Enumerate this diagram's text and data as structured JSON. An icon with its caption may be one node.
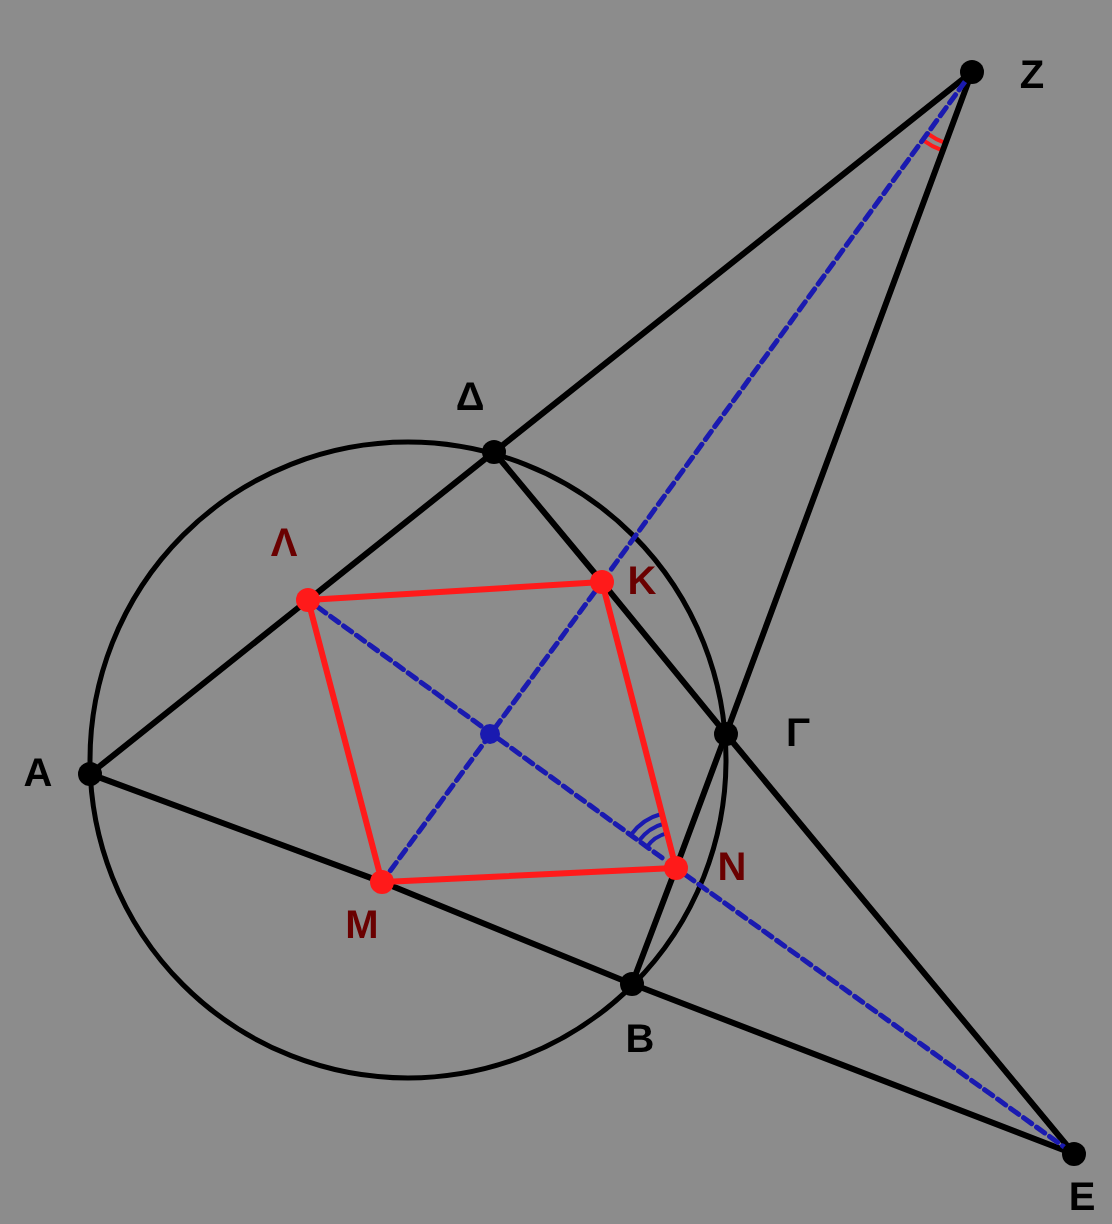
{
  "diagram": {
    "nodes": [
      {
        "text": [
          "Z"
        ]
      },
      {
        "text": [
          "Δ"
        ]
      },
      {
        "text": [
          "Λ"
        ]
      },
      {
        "text": [
          "K"
        ]
      },
      {
        "text": [
          "A"
        ]
      },
      {
        "text": [
          "Γ"
        ]
      },
      {
        "text": [
          "M"
        ]
      },
      {
        "text": [
          "N"
        ]
      },
      {
        "text": [
          "B"
        ]
      },
      {
        "text": [
          "E"
        ]
      }
    ],
    "edges": [
      {
        "from": 4,
        "to": 2,
        "arrow": "none"
      },
      {
        "from": 2,
        "to": 1,
        "arrow": "none"
      },
      {
        "from": 1,
        "to": 0,
        "arrow": "none"
      },
      {
        "from": 4,
        "to": 6,
        "arrow": "none"
      },
      {
        "from": 6,
        "to": 8,
        "arrow": "none"
      },
      {
        "from": 8,
        "to": 9,
        "arrow": "none"
      },
      {
        "from": 1,
        "to": 3,
        "arrow": "none"
      },
      {
        "from": 3,
        "to": 5,
        "arrow": "none"
      },
      {
        "from": 5,
        "to": 9,
        "arrow": "none"
      },
      {
        "from": 0,
        "to": 5,
        "arrow": "none"
      },
      {
        "from": 5,
        "to": 7,
        "arrow": "none"
      },
      {
        "from": 7,
        "to": 8,
        "arrow": "none"
      },
      {
        "from": 0,
        "to": 3,
        "arrow": "none",
        "style": "dashed",
        "color": "#1a1ab0"
      },
      {
        "from": 3,
        "to": 6,
        "arrow": "none",
        "style": "dashed",
        "color": "#1a1ab0"
      },
      {
        "from": 2,
        "to": 7,
        "arrow": "none",
        "style": "dashed",
        "color": "#1a1ab0"
      },
      {
        "from": 7,
        "to": 9,
        "arrow": "none",
        "style": "dashed",
        "color": "#1a1ab0"
      },
      {
        "from": 2,
        "to": 3,
        "arrow": "none",
        "color": "#ff1a1a"
      },
      {
        "from": 3,
        "to": 7,
        "arrow": "none",
        "color": "#ff1a1a"
      },
      {
        "from": 7,
        "to": 6,
        "arrow": "none",
        "color": "#ff1a1a"
      },
      {
        "from": 6,
        "to": 2,
        "arrow": "none",
        "color": "#ff1a1a"
      }
    ]
  }
}
